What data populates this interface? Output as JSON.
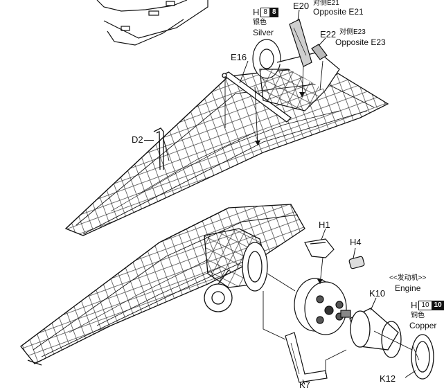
{
  "parts": {
    "E20": "E20",
    "E21_cn": "对侧E21",
    "E21_en": "Opposite E21",
    "E22": "E22",
    "E23_cn": "对侧E23",
    "E23_en": "Opposite E23",
    "E16": "E16",
    "D2": "D2",
    "H1": "H1",
    "H4": "H4",
    "K10": "K10",
    "K12": "K12",
    "K7": "K7"
  },
  "paint_silver": {
    "letter": "H",
    "code": "8",
    "code_inv": "8",
    "cn": "银色",
    "en": "Silver"
  },
  "paint_copper": {
    "letter": "H",
    "code": "10",
    "code_inv": "10",
    "cn": "铜色",
    "en": "Copper"
  },
  "engine": {
    "cn": "<<发动机>>",
    "en": "Engine"
  }
}
